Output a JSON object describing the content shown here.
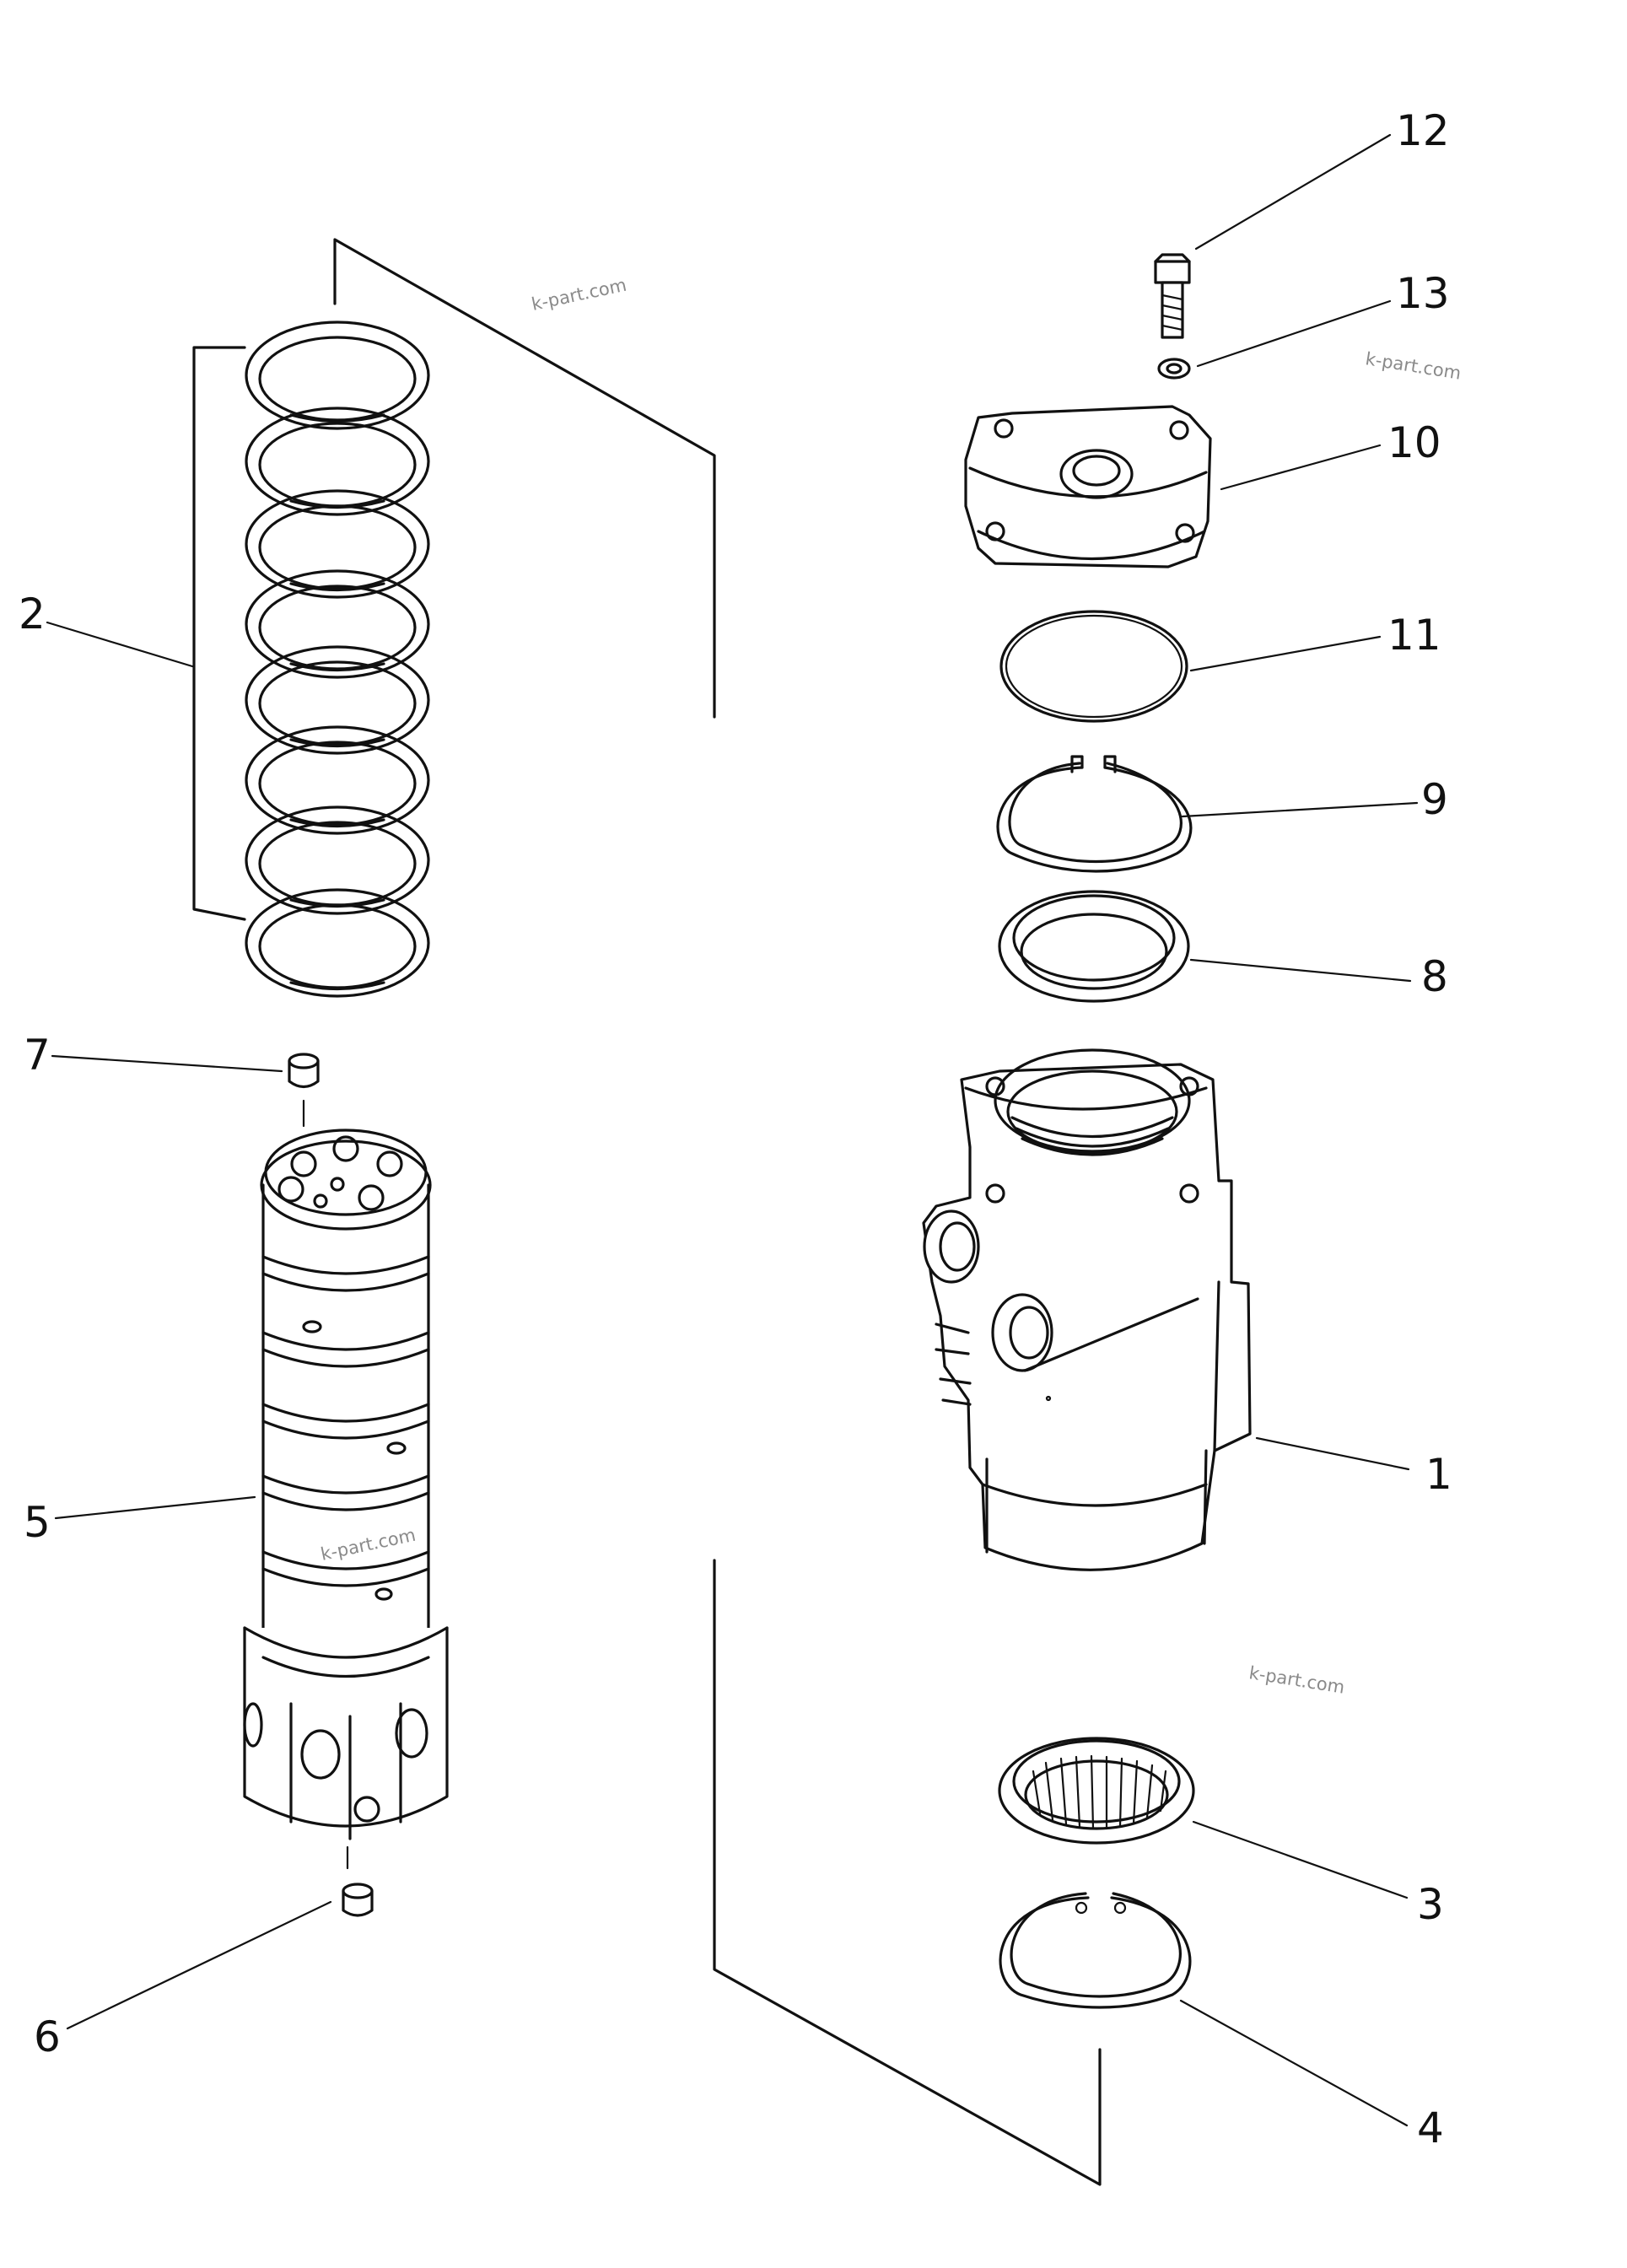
{
  "parts": [
    {
      "id": "p1",
      "number": "1"
    },
    {
      "id": "p2",
      "number": "2"
    },
    {
      "id": "p3",
      "number": "3"
    },
    {
      "id": "p4",
      "number": "4"
    },
    {
      "id": "p5",
      "number": "5"
    },
    {
      "id": "p6",
      "number": "6"
    },
    {
      "id": "p7",
      "number": "7"
    },
    {
      "id": "p8",
      "number": "8"
    },
    {
      "id": "p9",
      "number": "9"
    },
    {
      "id": "p10",
      "number": "10"
    },
    {
      "id": "p11",
      "number": "11"
    },
    {
      "id": "p12",
      "number": "12"
    },
    {
      "id": "p13",
      "number": "13"
    }
  ],
  "watermark": "k-part.com"
}
